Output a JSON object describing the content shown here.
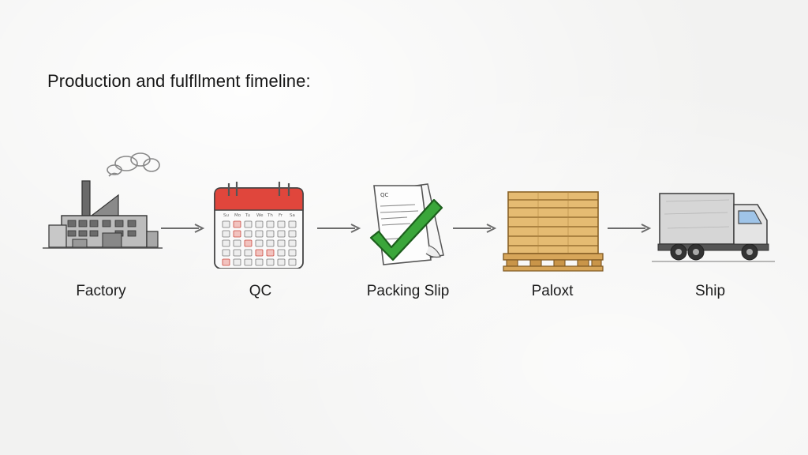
{
  "title": "Production and fulfllment fimeline:",
  "steps": [
    {
      "label": "Factory",
      "icon": "factory-icon"
    },
    {
      "label": "QC",
      "icon": "calendar-icon"
    },
    {
      "label": "Packing Slip",
      "icon": "packing-slip-check-icon"
    },
    {
      "label": "Paloxt",
      "icon": "pallet-icon"
    },
    {
      "label": "Ship",
      "icon": "truck-icon"
    }
  ],
  "calendar": {
    "weekdays": [
      "Su",
      "Mo",
      "Tu",
      "We",
      "Th",
      "Fr",
      "Sa"
    ],
    "header_color": "#e0463c"
  },
  "packing_slip": {
    "heading": "QC",
    "check_color": "#3aa63a"
  },
  "colors": {
    "arrow": "#6c6c6c",
    "pallet_wood": "#dcb06a"
  }
}
